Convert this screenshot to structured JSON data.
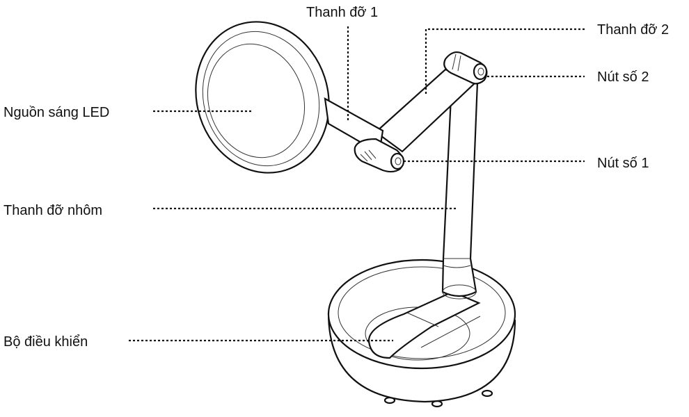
{
  "labels": {
    "support_bar_1": "Thanh đỡ 1",
    "support_bar_2": "Thanh đỡ 2",
    "knob_2": "Nút số 2",
    "led_light": "Nguồn sáng LED",
    "knob_1": "Nút số 1",
    "aluminum_bar": "Thanh đỡ nhôm",
    "controller": "Bộ điều khiển"
  }
}
